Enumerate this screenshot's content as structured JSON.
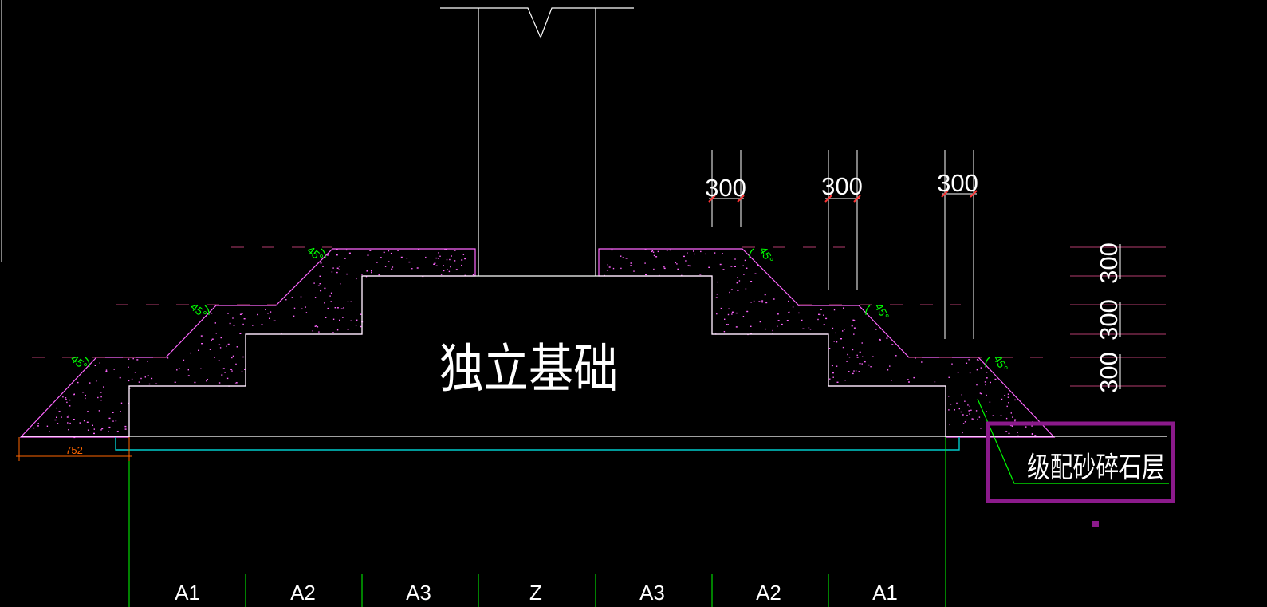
{
  "drawing": {
    "foundation_label": "独立基础",
    "gravel_layer_label": "级配砂碎石层",
    "horizontal_dims": [
      "300",
      "300",
      "300"
    ],
    "vertical_dims": [
      "300",
      "300",
      "300"
    ],
    "offset_dim": "752",
    "angle_labels": [
      "45°",
      "45°",
      "45°",
      "45°",
      "45°",
      "45°"
    ],
    "grid_labels": [
      "A1",
      "A2",
      "A3",
      "Z",
      "A3",
      "A2",
      "A1"
    ]
  },
  "colors": {
    "background": "#000000",
    "outline": "#ffffff",
    "gravel": "#ff66ff",
    "leader": "#00ff00",
    "cushion": "#00cccc",
    "dim_offset": "#ff6600",
    "highlight_box": "#8b1a8b"
  }
}
